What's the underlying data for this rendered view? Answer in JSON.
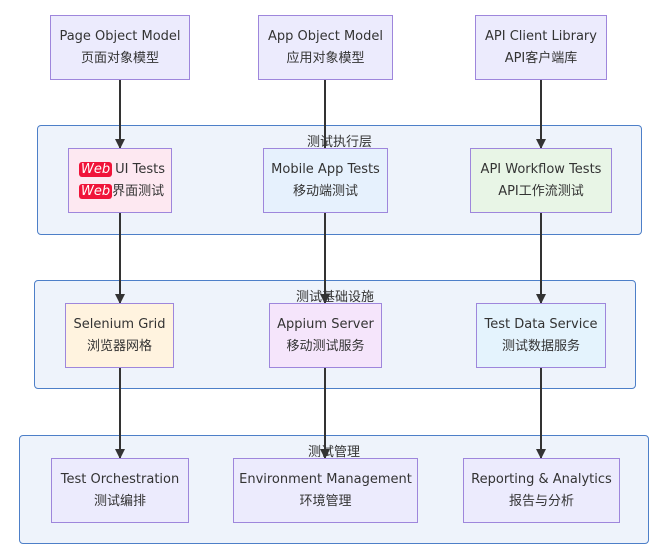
{
  "top_nodes": [
    {
      "line1": "Page Object Model",
      "line2": "页面对象模型"
    },
    {
      "line1": "App Object Model",
      "line2": "应用对象模型"
    },
    {
      "line1": "API Client Library",
      "line2": "API客户端库"
    }
  ],
  "exec_layer": {
    "title": "测试执行层",
    "nodes": [
      {
        "tag": "Web",
        "line1": "UI Tests",
        "line2": "界面测试"
      },
      {
        "line1": "Mobile App Tests",
        "line2": "移动端测试"
      },
      {
        "line1": "API Workflow Tests",
        "line2": "API工作流测试"
      }
    ]
  },
  "infra_layer": {
    "title": "测试基础设施",
    "nodes": [
      {
        "line1": "Selenium Grid",
        "line2": "浏览器网格"
      },
      {
        "line1": "Appium Server",
        "line2": "移动测试服务"
      },
      {
        "line1": "Test Data Service",
        "line2": "测试数据服务"
      }
    ]
  },
  "mgmt_layer": {
    "title": "测试管理",
    "nodes": [
      {
        "line1": "Test Orchestration",
        "line2": "测试编排"
      },
      {
        "line1": "Environment Management",
        "line2": "环境管理"
      },
      {
        "line1": "Reporting & Analytics",
        "line2": "报告与分析"
      }
    ]
  },
  "colors": {
    "edge": "#333333",
    "layer_border": "#4d7fc8",
    "node_border": "#9e86dc",
    "tag_bg": "#f0143a"
  }
}
